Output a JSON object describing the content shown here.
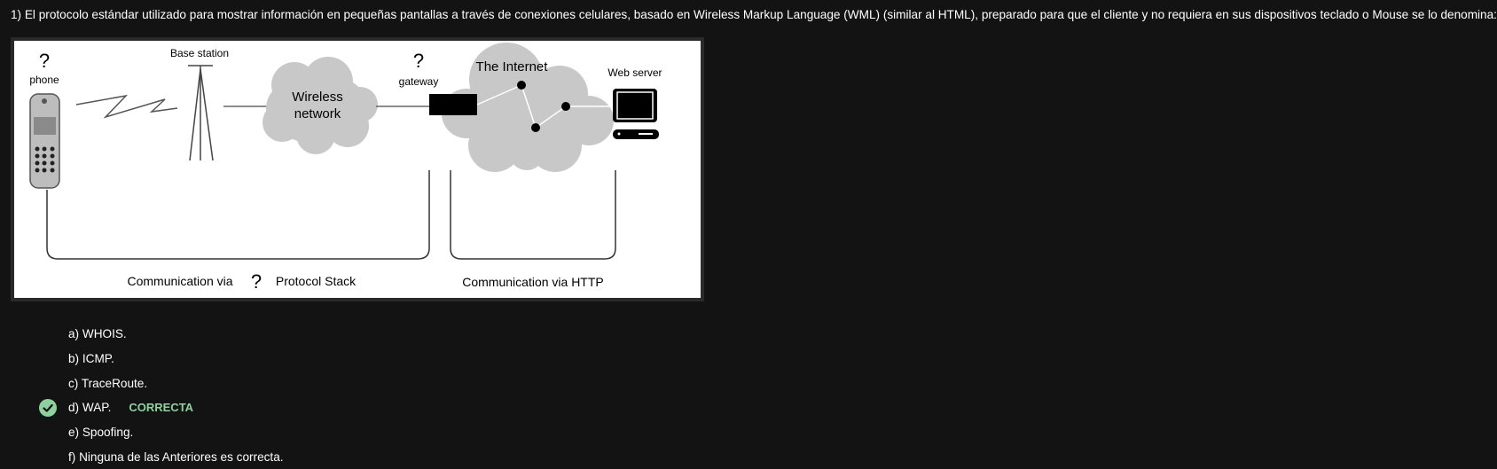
{
  "question": {
    "text": "1) El protocolo estándar utilizado para mostrar información en pequeñas pantallas a través de conexiones celulares, basado en Wireless Markup Language (WML) (similar al HTML), preparado para que el cliente y no requiera en sus dispositivos teclado o Mouse se lo denomina:"
  },
  "figure": {
    "phone_q": "?",
    "phone_label": "phone",
    "base_station": "Base station",
    "wireless_line1": "Wireless",
    "wireless_line2": "network",
    "gateway_q": "?",
    "gateway_label": "gateway",
    "internet": "The Internet",
    "web_server": "Web server",
    "comm_left_a": "Communication via",
    "comm_left_q": "?",
    "comm_left_b": "Protocol Stack",
    "comm_right": "Communication via HTTP"
  },
  "options": [
    {
      "text": "a) WHOIS."
    },
    {
      "text": "b) ICMP."
    },
    {
      "text": "c) TraceRoute."
    },
    {
      "text": "d) WAP.",
      "correct_label": "CORRECTA"
    },
    {
      "text": "e) Spoofing."
    },
    {
      "text": "f) Ninguna de las Anteriores es correcta."
    }
  ],
  "colors": {
    "background": "#131313",
    "correct": "#8fd19e"
  }
}
